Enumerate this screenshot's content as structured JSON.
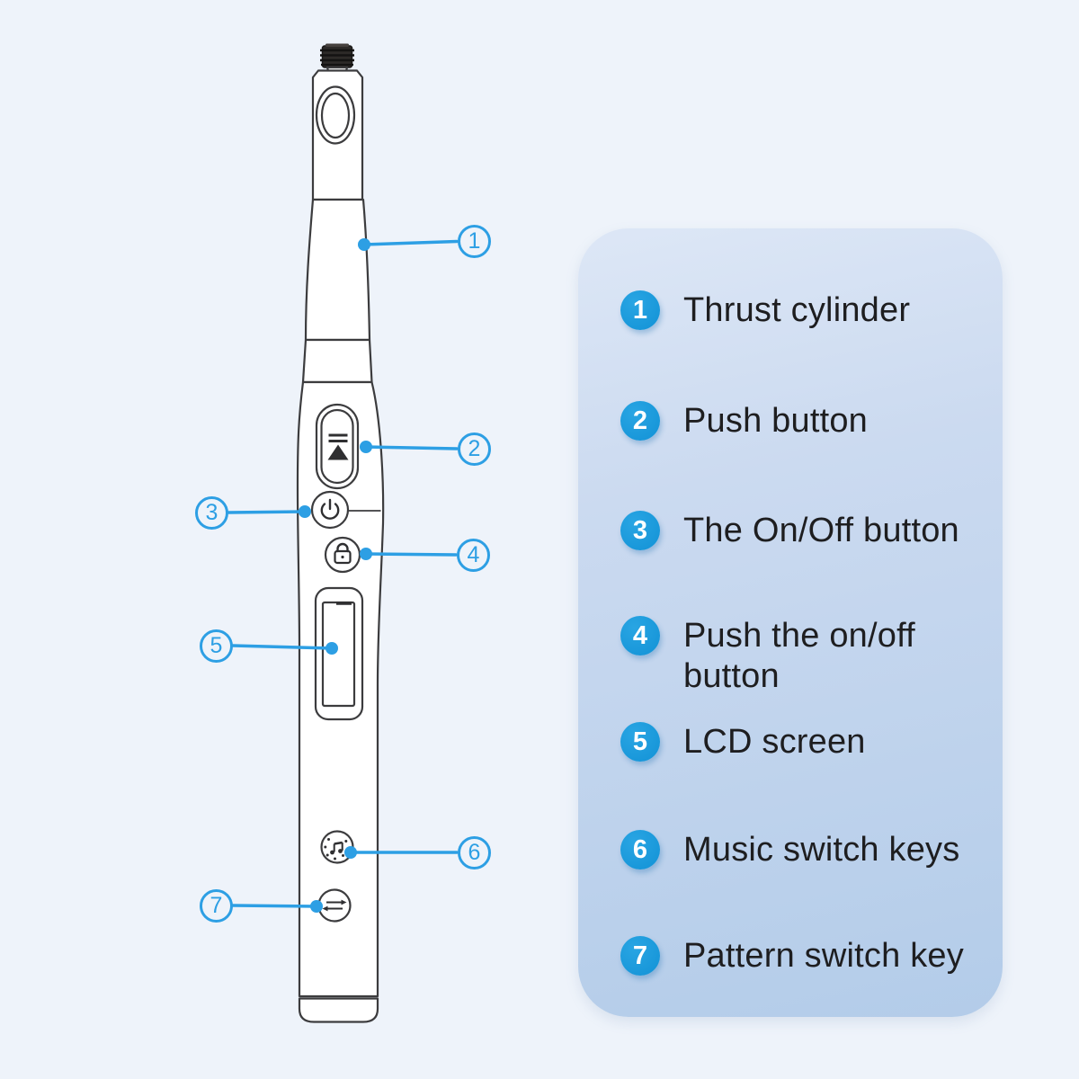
{
  "legend": {
    "items": [
      {
        "num": "1",
        "label": "Thrust cylinder"
      },
      {
        "num": "2",
        "label": "Push button"
      },
      {
        "num": "3",
        "label": "The On/Off button"
      },
      {
        "num": "4",
        "label": "Push the on/off button"
      },
      {
        "num": "5",
        "label": "LCD screen"
      },
      {
        "num": "6",
        "label": "Music switch keys"
      },
      {
        "num": "7",
        "label": "Pattern switch key"
      }
    ]
  },
  "callouts": {
    "markers": [
      "1",
      "2",
      "3",
      "4",
      "5",
      "6",
      "7"
    ]
  },
  "icons": [
    "screw-tip-icon",
    "play-triangle-icon",
    "power-icon",
    "lock-icon",
    "music-note-icon",
    "swap-arrows-icon"
  ],
  "colors": {
    "accent_blue": "#2d9fe4",
    "chip_blue": "#1595d8",
    "panel_gradient_top": "#dde7f6",
    "panel_gradient_bottom": "#b3cce9",
    "page_background": "#eef3fa",
    "device_outline": "#3c3c3e",
    "label_text": "#1e1e20"
  }
}
